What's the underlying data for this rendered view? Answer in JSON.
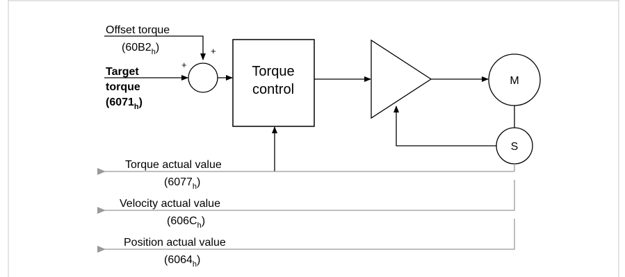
{
  "diagram": {
    "offset_torque": {
      "label": "Offset torque",
      "code": "(60B2",
      "subscript": "h",
      "close": ")"
    },
    "target_torque": {
      "line1": "Target",
      "line2": "torque",
      "code": "(6071",
      "subscript": "h",
      "close": ")"
    },
    "summing_junction": {
      "plus_top": "+",
      "plus_left": "+"
    },
    "torque_control": {
      "line1": "Torque",
      "line2": "control"
    },
    "motor": {
      "label": "M"
    },
    "sensor": {
      "label": "S"
    },
    "outputs": [
      {
        "label": "Torque actual value",
        "code": "(6077",
        "subscript": "h",
        "close": ")"
      },
      {
        "label": "Velocity actual value",
        "code": "(606C",
        "subscript": "h",
        "close": ")"
      },
      {
        "label": "Position actual value",
        "code": "(6064",
        "subscript": "h",
        "close": ")"
      }
    ]
  }
}
